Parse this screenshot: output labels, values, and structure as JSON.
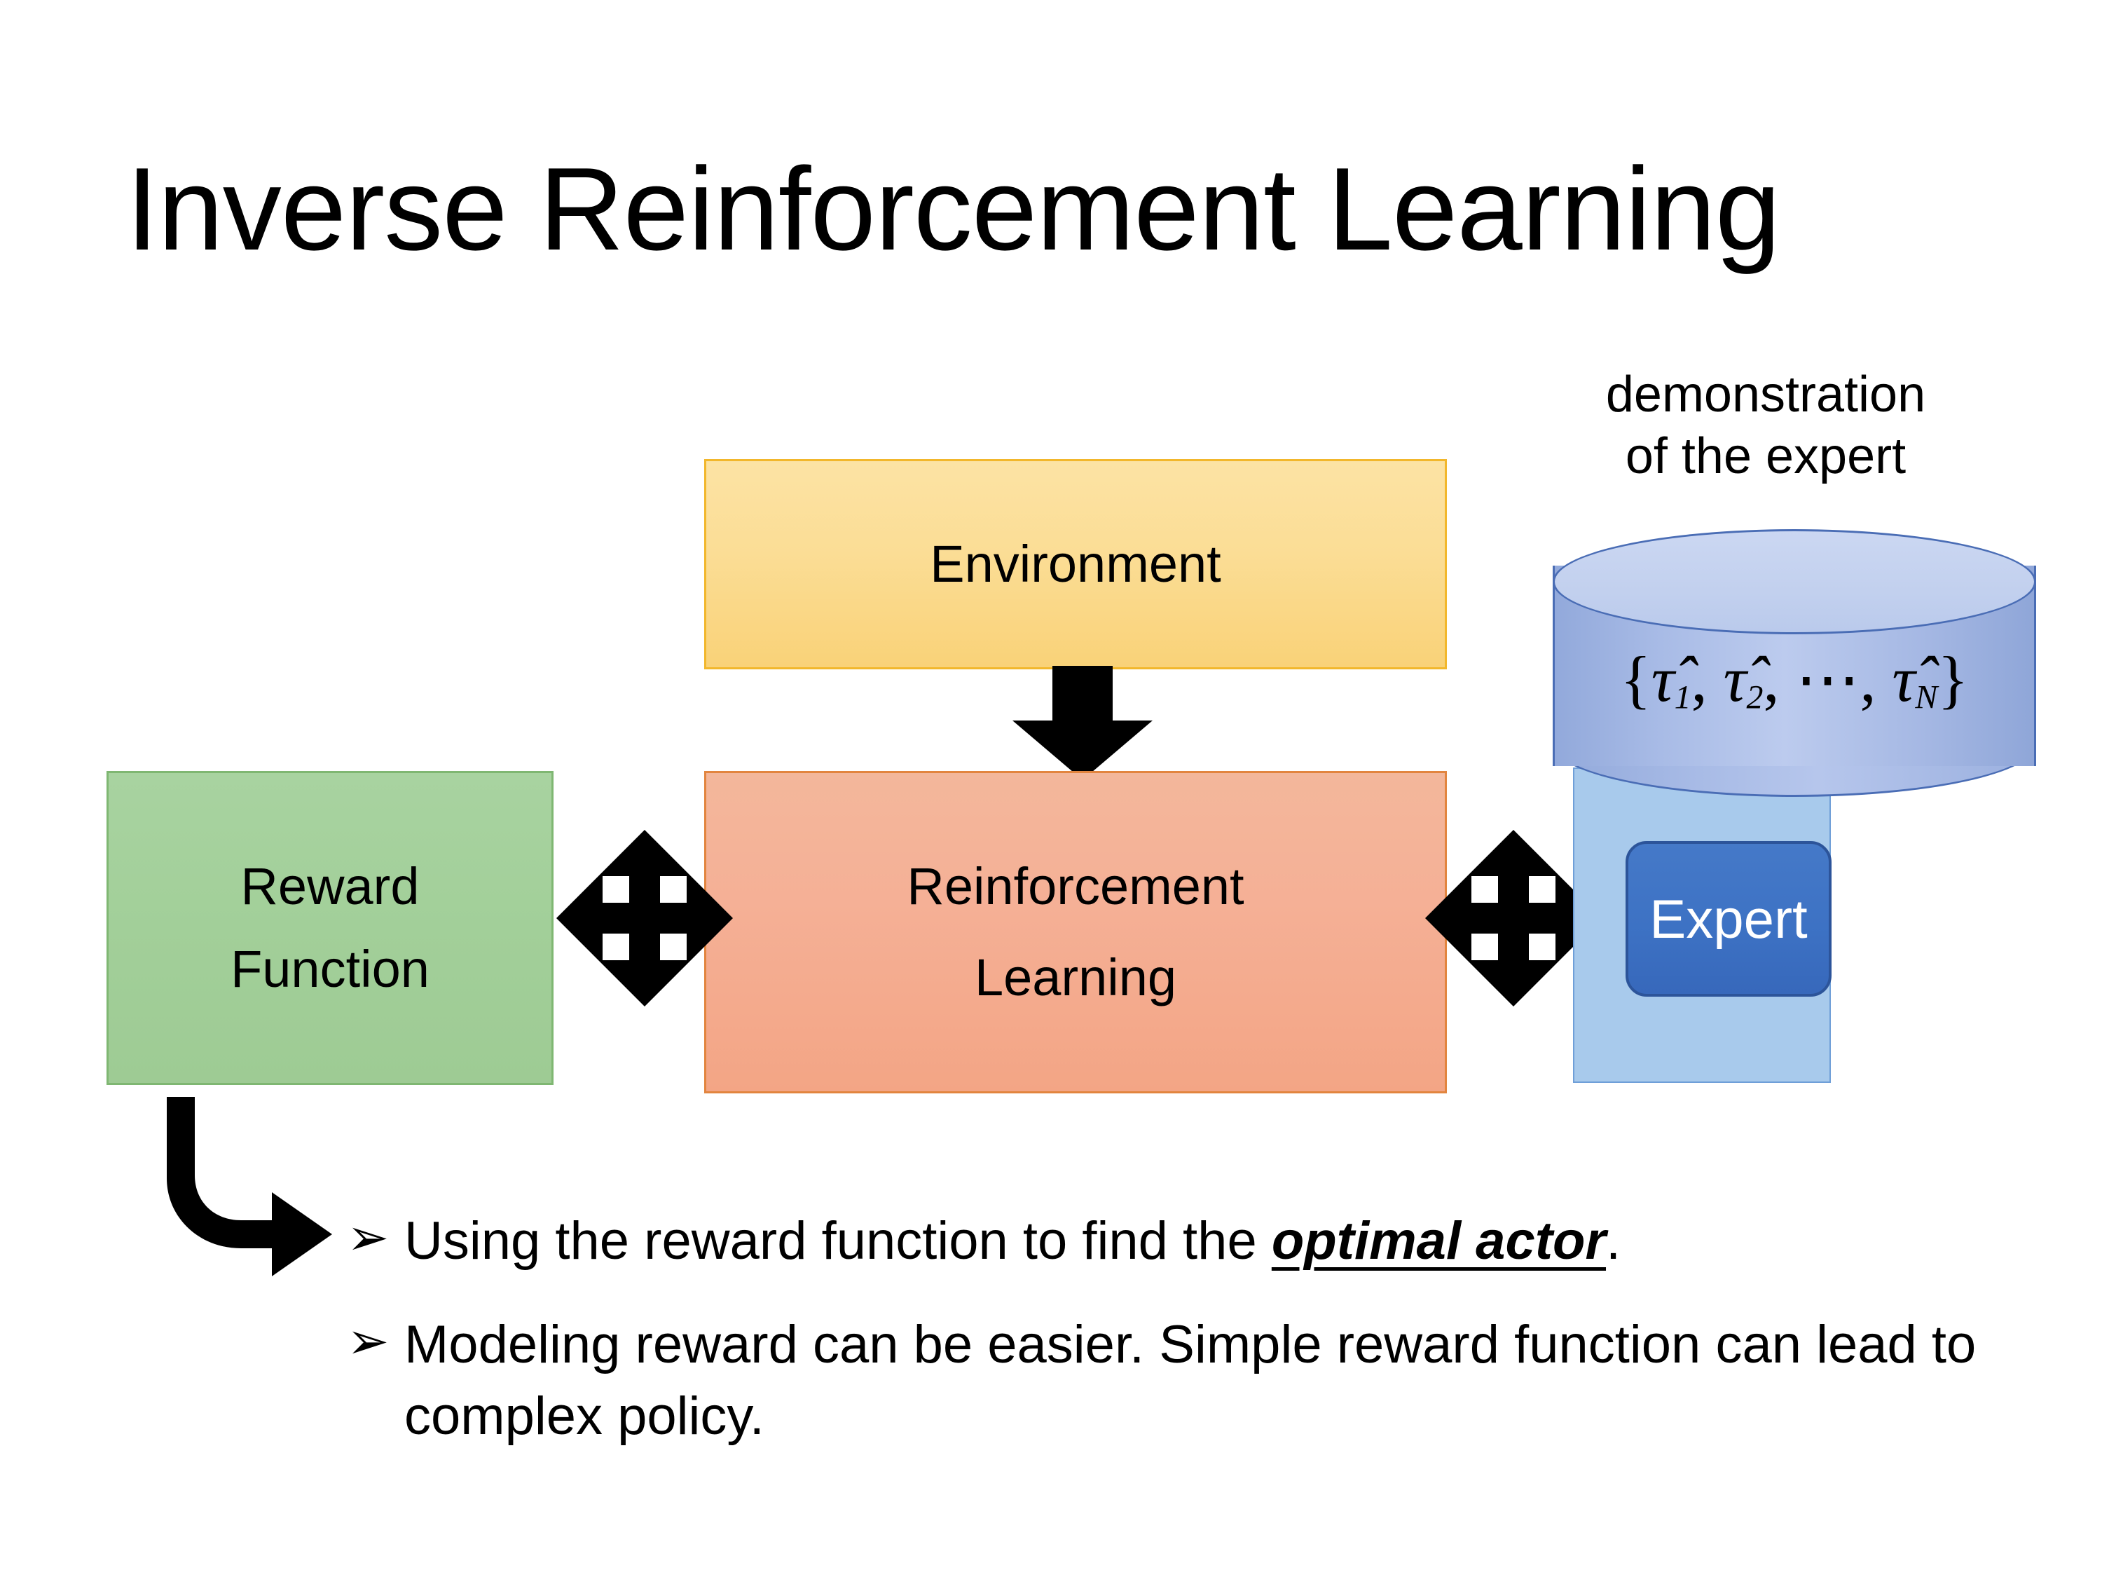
{
  "slide": {
    "title": "Inverse Reinforcement Learning",
    "background": "#FFFFFF"
  },
  "diagram": {
    "environment_box": {
      "label": "Environment",
      "fill": "#FBDD95",
      "border": "#F2B72C"
    },
    "rl_box": {
      "line1": "Reinforcement",
      "line2": "Learning",
      "fill": "#F5B096",
      "border": "#E2853F"
    },
    "reward_box": {
      "line1": "Reward",
      "line2": "Function",
      "fill": "#A2CF99",
      "border": "#7FB772"
    },
    "demonstration_label": {
      "line1": "demonstration",
      "line2": "of the expert"
    },
    "cylinder": {
      "formula_open": "{",
      "tau1": "τ̂",
      "sub1": "1",
      "sep1": ", ",
      "tau2": "τ̂",
      "sub2": "2",
      "sep2": ", ⋯, ",
      "tauN": "τ̂",
      "subN": "N",
      "formula_close": "}",
      "fill": "#A8BBE6",
      "top_fill": "#C2D0EE",
      "border": "#4A6DB5"
    },
    "expert_panel": {
      "fill": "#A8CAEC",
      "border": "#6F9FD8"
    },
    "expert_box": {
      "label": "Expert",
      "fill": "#3D72C4",
      "border": "#2C549A",
      "text_color": "#FFFFFF"
    },
    "arrows": {
      "environment_to_rl": "down-arrow",
      "reward_rl_link": "quad-arrow",
      "rl_expert_link": "quad-arrow",
      "reward_to_bullet": "elbow-arrow",
      "color": "#000000"
    }
  },
  "bullets": [
    {
      "marker": "➢",
      "text_before": "Using the reward function to find the ",
      "emphasis": "optimal actor",
      "text_after": "."
    },
    {
      "marker": "➢",
      "line1": "Modeling reward can be easier. Simple reward",
      "line2": "function can lead to complex policy."
    }
  ]
}
